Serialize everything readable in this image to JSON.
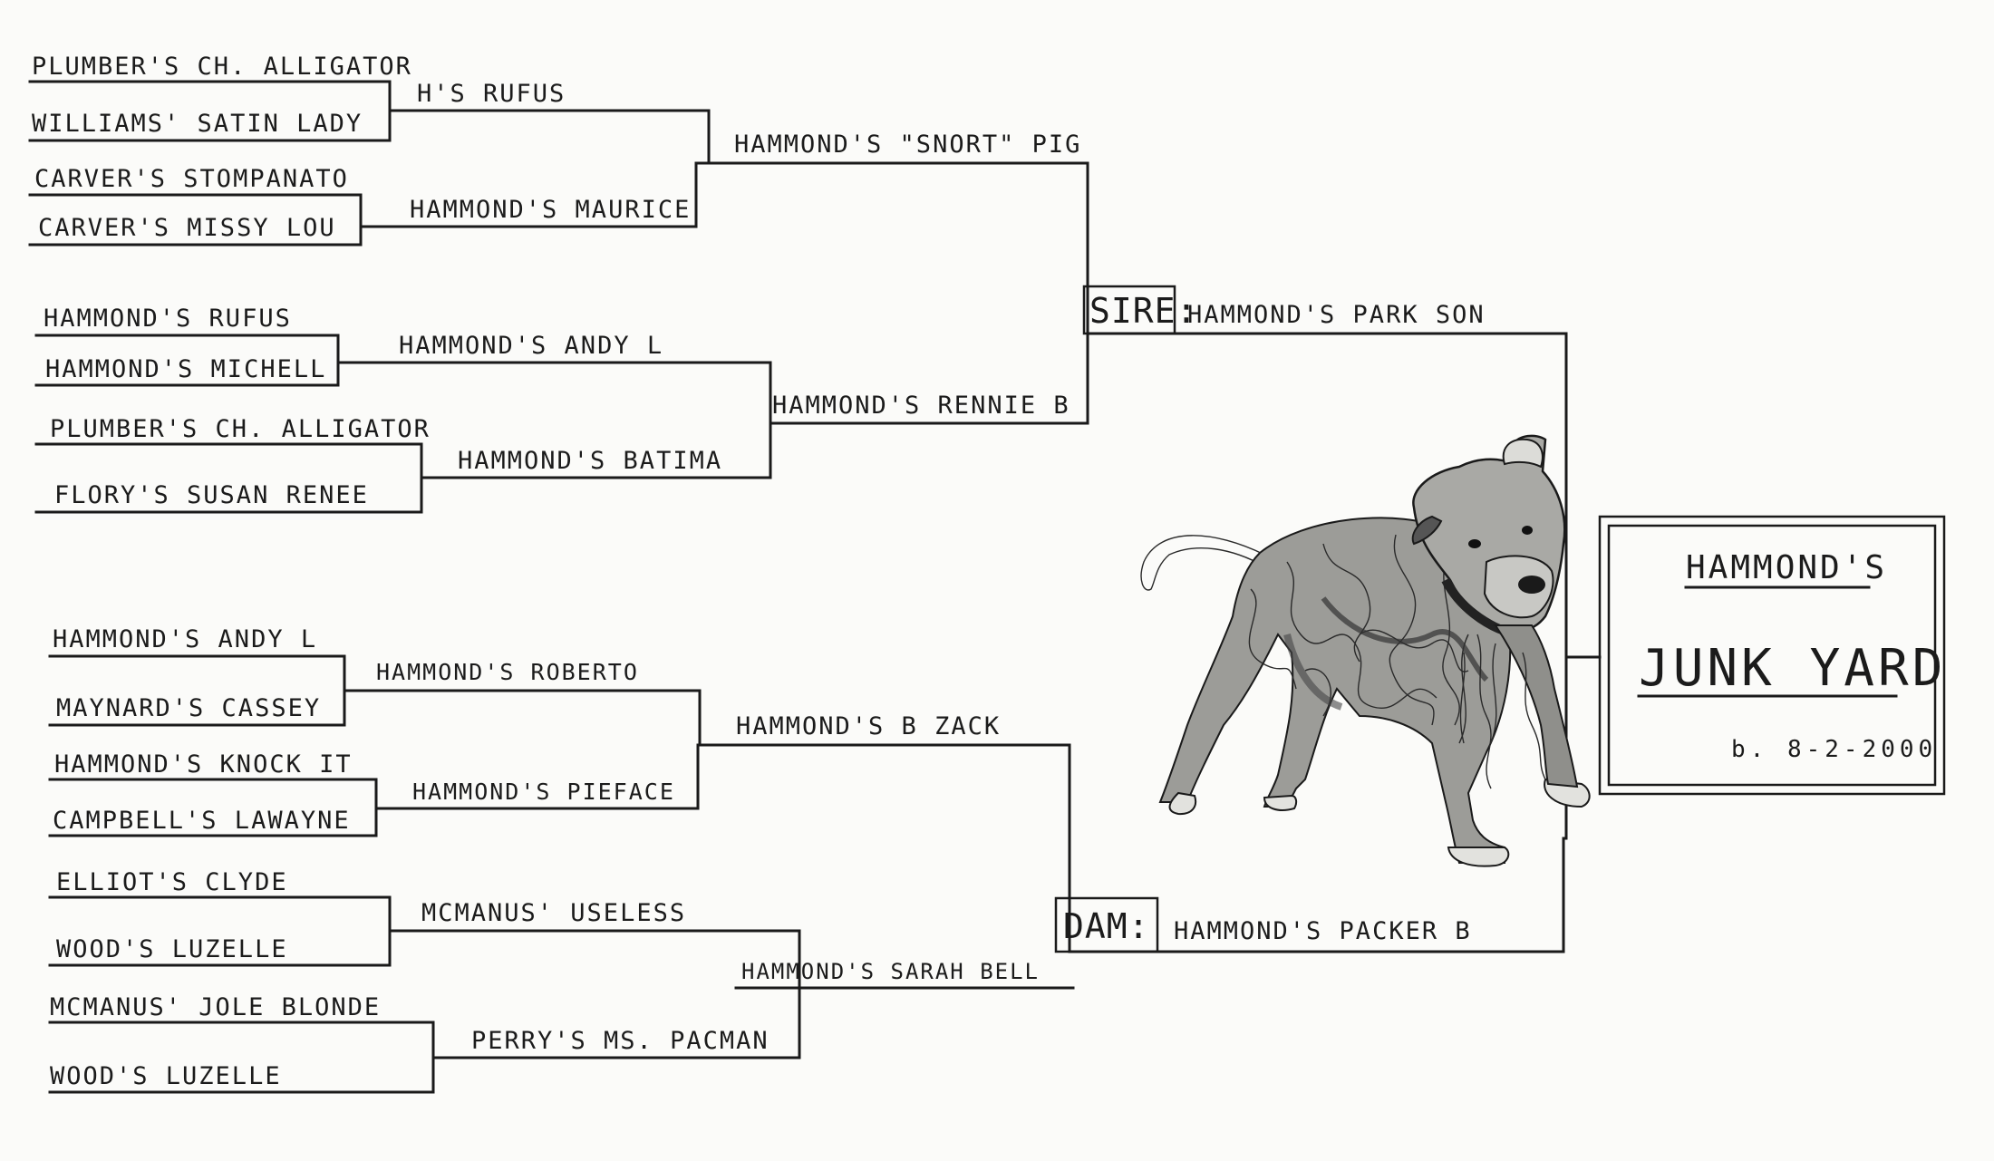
{
  "pedigree": {
    "subject": {
      "kennel": "HAMMOND'S",
      "name": "JUNK YARD",
      "born": "b. 8-2-2000"
    },
    "sire_label": "SIRE:",
    "dam_label": "DAM:",
    "sire": "HAMMOND'S PARK SON",
    "dam": "HAMMOND'S PACKER B",
    "grandparents": {
      "sire_sire": "HAMMOND'S \"SNORT\" PIG",
      "sire_dam": "HAMMOND'S RENNIE B",
      "dam_sire": "HAMMOND'S B ZACK",
      "dam_dam": "HAMMOND'S SARAH BELL"
    },
    "great_grandparents": [
      "H'S RUFUS",
      "HAMMOND'S MAURICE",
      "HAMMOND'S ANDY L",
      "HAMMOND'S BATIMA",
      "HAMMOND'S ROBERTO",
      "HAMMOND'S PIEFACE",
      "McMANUS' USELESS",
      "PERRY'S MS. PACMAN"
    ],
    "great_great_grandparents": [
      "PLUMBER'S CH. ALLIGATOR",
      "WILLIAMS' SATIN LADY",
      "CARVER'S STOMPANATO",
      "CARVER'S MISSY LOU",
      "HAMMOND'S RUFUS",
      "HAMMOND'S MICHELL",
      "PLUMBER'S CH. ALLIGATOR",
      "FLORY'S SUSAN RENEE",
      "HAMMOND'S ANDY L",
      "MAYNARD'S CASSEY",
      "HAMMOND'S KNOCK IT",
      "CAMPBELL'S LAWAYNE",
      "ELLIOT'S CLYDE",
      "WOOD'S LUZELLE",
      "McMANUS' JOLE BLONDE",
      "WOOD'S LUZELLE"
    ]
  },
  "illustration": {
    "subject": "dog-drawing"
  }
}
